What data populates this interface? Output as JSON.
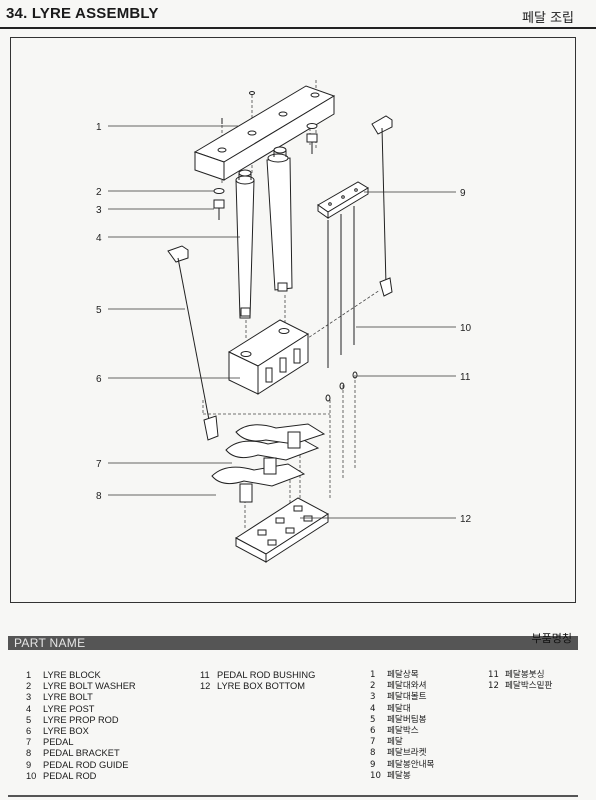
{
  "header": {
    "title": "34. LYRE ASSEMBLY",
    "title_kr": "페달 조립"
  },
  "diagram": {
    "callouts": [
      "1",
      "2",
      "3",
      "4",
      "5",
      "6",
      "7",
      "8",
      "9",
      "10",
      "11",
      "12"
    ]
  },
  "part_name": {
    "heading": "PART NAME",
    "heading_kr": "부품명칭",
    "col1": [
      {
        "num": "1",
        "name": "LYRE BLOCK"
      },
      {
        "num": "2",
        "name": "LYRE BOLT WASHER"
      },
      {
        "num": "3",
        "name": "LYRE BOLT"
      },
      {
        "num": "4",
        "name": "LYRE POST"
      },
      {
        "num": "5",
        "name": "LYRE PROP ROD"
      },
      {
        "num": "6",
        "name": "LYRE BOX"
      },
      {
        "num": "7",
        "name": "PEDAL"
      },
      {
        "num": "8",
        "name": "PEDAL BRACKET"
      },
      {
        "num": "9",
        "name": "PEDAL ROD GUIDE"
      },
      {
        "num": "10",
        "name": "PEDAL ROD"
      }
    ],
    "col2": [
      {
        "num": "11",
        "name": "PEDAL ROD BUSHING"
      },
      {
        "num": "12",
        "name": "LYRE BOX BOTTOM"
      }
    ],
    "col3": [
      {
        "num": "1",
        "name": "페달상목"
      },
      {
        "num": "2",
        "name": "페달대와셔"
      },
      {
        "num": "3",
        "name": "페달대볼트"
      },
      {
        "num": "4",
        "name": "페달대"
      },
      {
        "num": "5",
        "name": "페달버팀봉"
      },
      {
        "num": "6",
        "name": "페달박스"
      },
      {
        "num": "7",
        "name": "페달"
      },
      {
        "num": "8",
        "name": "페달브라켓"
      },
      {
        "num": "9",
        "name": "페달봉안내목"
      },
      {
        "num": "10",
        "name": "페달봉"
      }
    ],
    "col4": [
      {
        "num": "11",
        "name": "페달봉붓싱"
      },
      {
        "num": "12",
        "name": "페달박스밑판"
      }
    ]
  }
}
